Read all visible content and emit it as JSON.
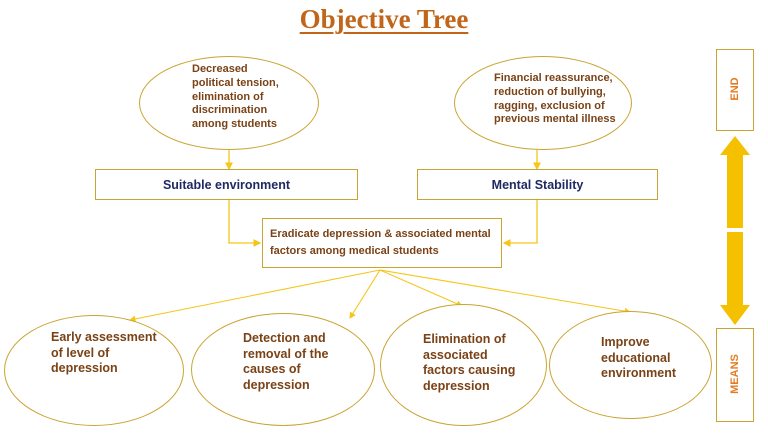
{
  "title": "Objective Tree",
  "ends": [
    {
      "text_lines": [
        "Decreased",
        "political tension,",
        "elimination of",
        "discrimination",
        "among students"
      ]
    },
    {
      "text_lines": [
        "Financial reassurance,",
        "reduction of bullying,",
        "ragging, exclusion of",
        "previous mental illness"
      ]
    }
  ],
  "mid_boxes": [
    "Suitable environment",
    "Mental Stability"
  ],
  "center": {
    "text_lines": [
      "Eradicate depression & associated mental",
      "factors among medical students"
    ]
  },
  "means": [
    {
      "text_lines": [
        "Early assessment",
        "of level of",
        "depression"
      ]
    },
    {
      "text_lines": [
        "Detection and",
        "removal of the",
        "causes of",
        "depression"
      ]
    },
    {
      "text_lines": [
        "Elimination of",
        "associated",
        "factors causing",
        "depression"
      ]
    },
    {
      "text_lines": [
        "Improve",
        "educational",
        "environment"
      ]
    }
  ],
  "side_labels": {
    "end": "END",
    "means": "MEANS"
  },
  "colors": {
    "outline": "#C9A430",
    "connector": "#F5C518",
    "arrow": "#F5C000",
    "title": "#C0651A",
    "body_text": "#7A4216",
    "box_text": "#1F2A63",
    "side_label": "#E37B22"
  }
}
